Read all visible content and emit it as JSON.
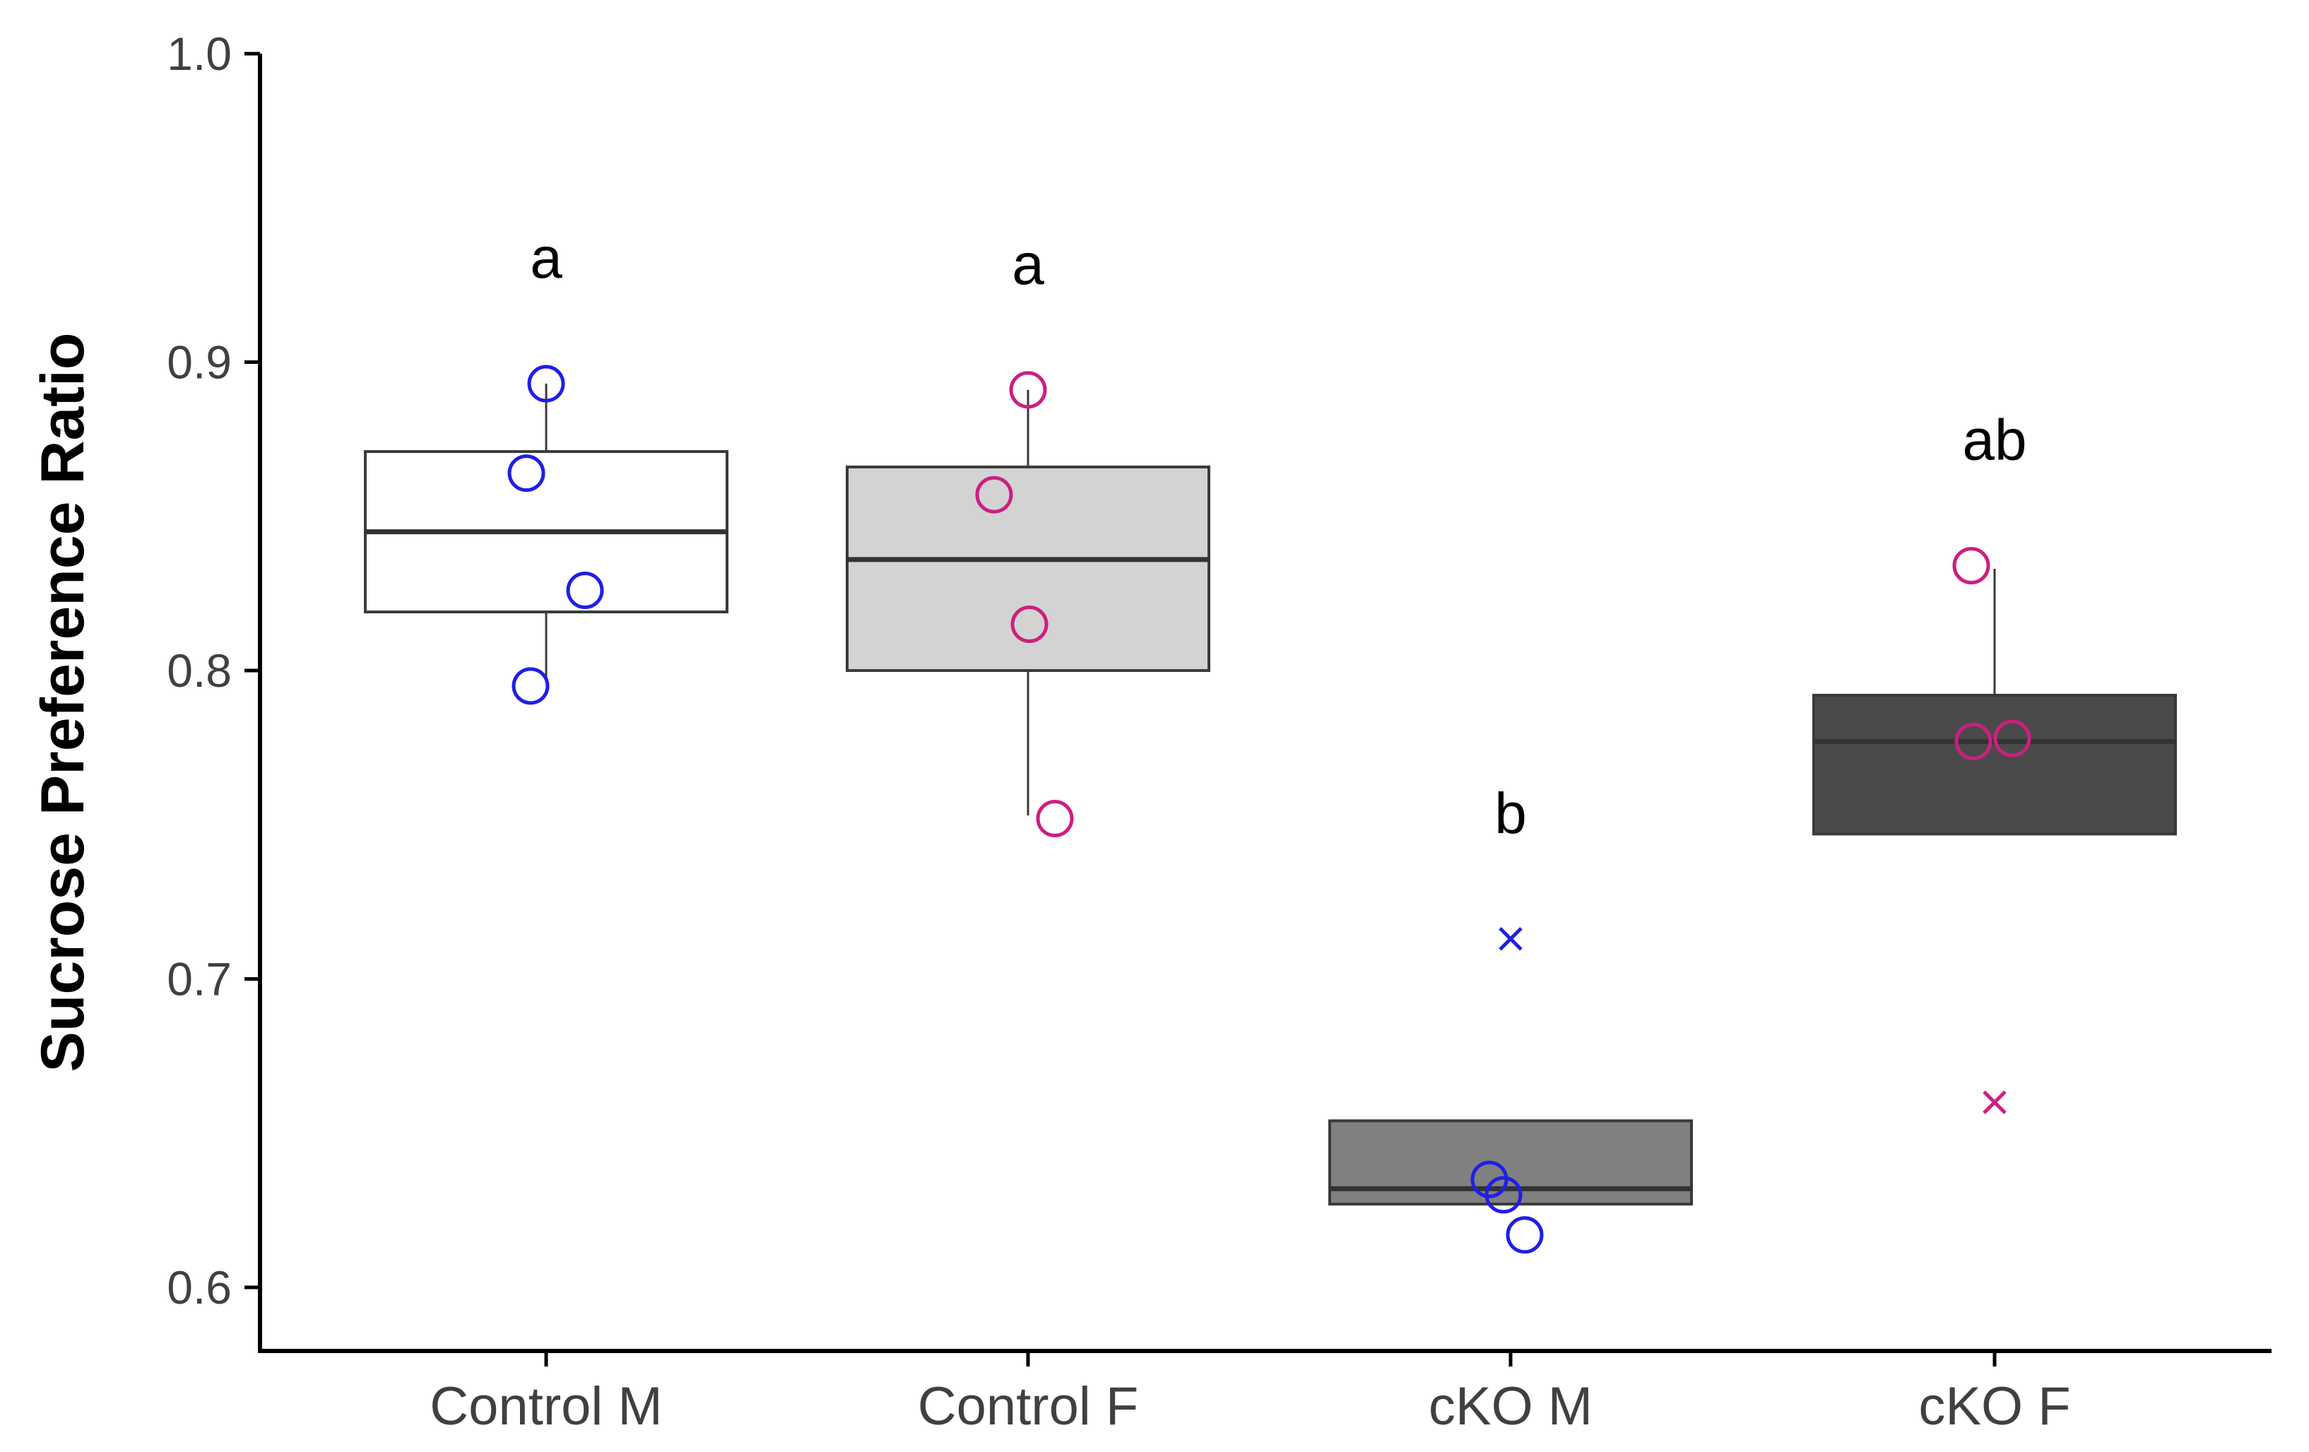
{
  "chart_data": {
    "type": "box",
    "ylabel": "Sucrose Preference Ratio",
    "xlabel": "",
    "ylim": [
      0.58,
      1.0
    ],
    "yticks": [
      0.6,
      0.7,
      0.8,
      0.9,
      1.0
    ],
    "ytick_labels": [
      "0.6",
      "0.7",
      "0.8",
      "0.9",
      "1.0"
    ],
    "grid": false,
    "legend": "none",
    "categories": [
      "Control M",
      "Control F",
      "cKO M",
      "cKO F"
    ],
    "groups": [
      {
        "category": "Control M",
        "box_color": "#ffffff",
        "point_color": "#1f1fe6",
        "q1": 0.819,
        "median": 0.845,
        "q3": 0.871,
        "whisker_low": 0.796,
        "whisker_high": 0.893,
        "points": [
          0.893,
          0.864,
          0.826,
          0.795
        ],
        "outliers": [],
        "significance": "a"
      },
      {
        "category": "Control F",
        "box_color": "#d3d3d3",
        "point_color": "#cc1f80",
        "q1": 0.8,
        "median": 0.836,
        "q3": 0.866,
        "whisker_low": 0.753,
        "whisker_high": 0.891,
        "points": [
          0.891,
          0.857,
          0.815,
          0.752
        ],
        "outliers": [],
        "significance": "a"
      },
      {
        "category": "cKO M",
        "box_color": "#808080",
        "point_color": "#1f1fe6",
        "q1": 0.627,
        "median": 0.632,
        "q3": 0.654,
        "whisker_low": 0.627,
        "whisker_high": 0.654,
        "points": [
          0.635,
          0.63,
          0.617
        ],
        "outliers": [
          0.713
        ],
        "significance": "b"
      },
      {
        "category": "cKO F",
        "box_color": "#4a4a4a",
        "point_color": "#cc1f80",
        "q1": 0.747,
        "median": 0.777,
        "q3": 0.792,
        "whisker_low": 0.747,
        "whisker_high": 0.833,
        "points": [
          0.834,
          0.777,
          0.778
        ],
        "outliers": [
          0.66
        ],
        "significance": "ab"
      }
    ]
  }
}
